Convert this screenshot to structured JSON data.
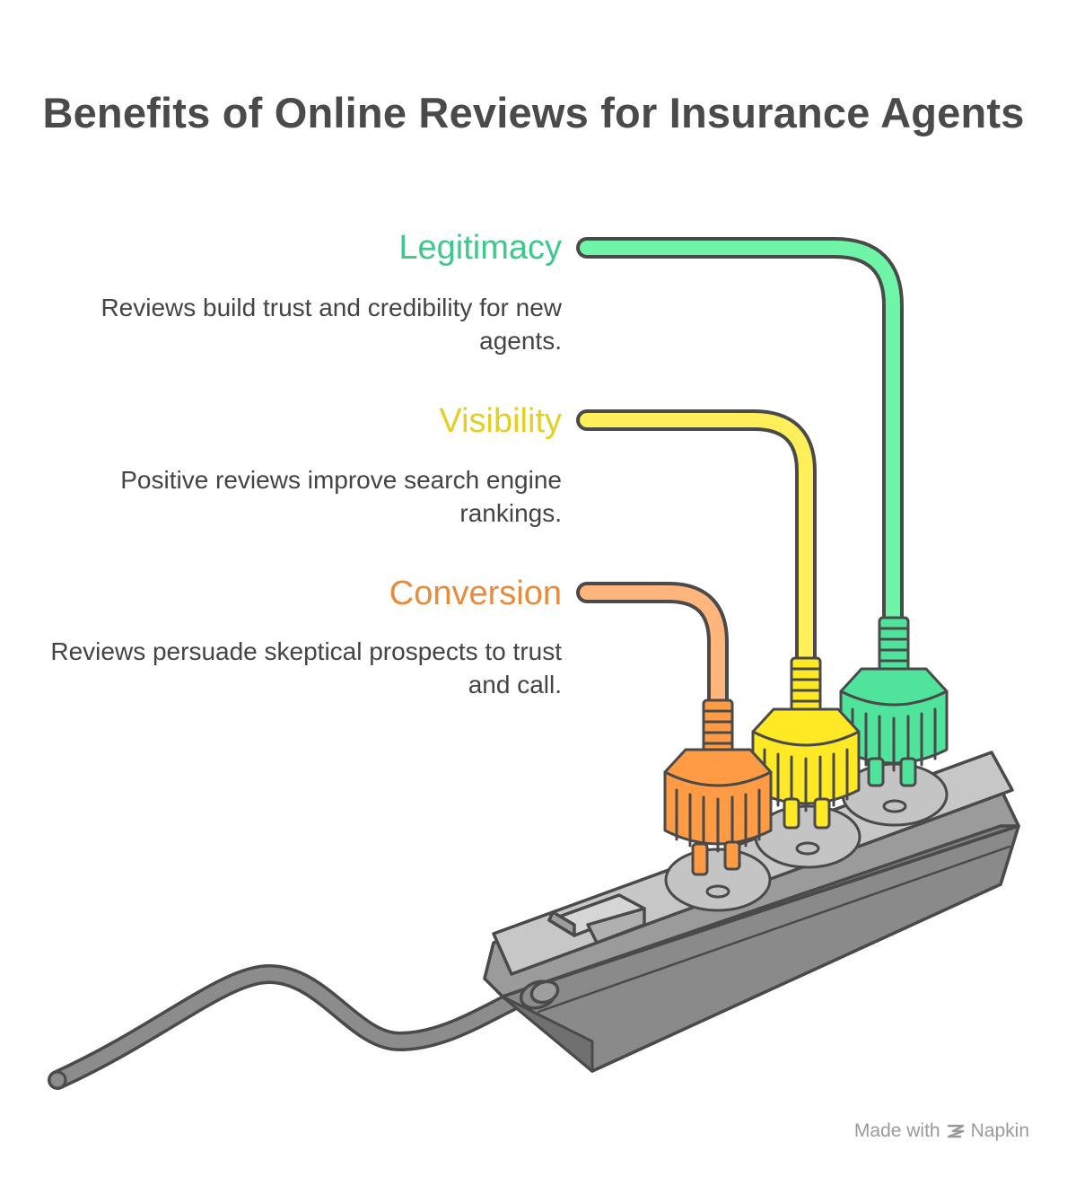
{
  "title": "Benefits of Online Reviews for Insurance Agents",
  "items": [
    {
      "heading": "Legitimacy",
      "description": "Reviews build trust and credibility for new agents.",
      "color": "#3cc98a",
      "plug_color": "#4fe39b",
      "cable_color": "#6ef5a8"
    },
    {
      "heading": "Visibility",
      "description": "Positive reviews improve search engine rankings.",
      "color": "#e3d021",
      "plug_color": "#ffe924",
      "cable_color": "#ffef5a"
    },
    {
      "heading": "Conversion",
      "description": "Reviews persuade skeptical prospects to trust and call.",
      "color": "#e98b3a",
      "plug_color": "#ff9a45",
      "cable_color": "#ffb57c"
    }
  ],
  "footer": {
    "prefix": "Made with",
    "brand": "Napkin",
    "logo_icon": "napkin-logo-icon"
  },
  "colors": {
    "outline": "#4a4a4a",
    "strip_top": "#9b9b9b",
    "strip_front": "#808080",
    "strip_light": "#c7c7c7"
  }
}
